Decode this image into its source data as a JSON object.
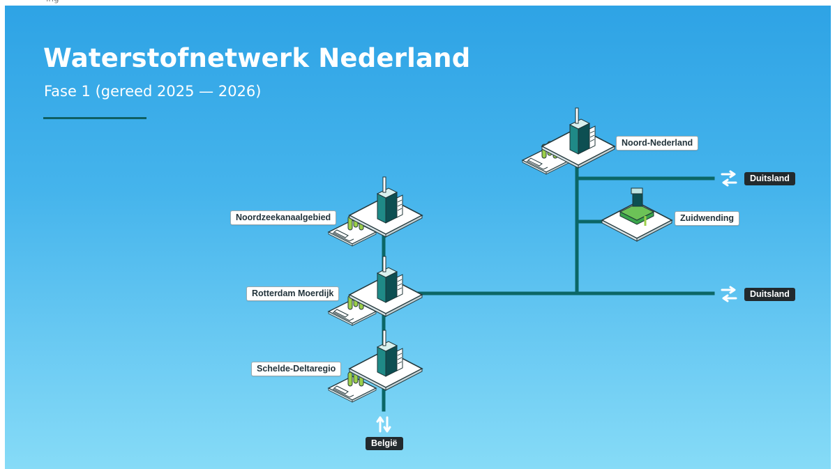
{
  "header_strip": {
    "text": "ing"
  },
  "slide": {
    "title": "Waterstofnetwerk Nederland",
    "subtitle": "Fase 1 (gereed 2025 — 2026)"
  },
  "colors": {
    "pipeline": "#0b6666",
    "background_top": "#2ea3e5",
    "background_bottom": "#86dbf7",
    "label_dark": "#222a2e"
  },
  "nodes": [
    {
      "id": "noord-nederland",
      "label": "Noord-Nederland",
      "icon": "industrial-cluster-icon"
    },
    {
      "id": "zuidwending",
      "label": "Zuidwending",
      "icon": "hydrogen-storage-icon"
    },
    {
      "id": "noordzeekanaalgebied",
      "label": "Noordzeekanaalgebied",
      "icon": "industrial-cluster-icon"
    },
    {
      "id": "rotterdam-moerdijk",
      "label": "Rotterdam Moerdijk",
      "icon": "industrial-cluster-icon"
    },
    {
      "id": "schelde-deltaregio",
      "label": "Schelde-Deltaregio",
      "icon": "industrial-cluster-icon"
    }
  ],
  "borders": [
    {
      "id": "duitsland-north",
      "label": "Duitsland",
      "icon": "exchange-arrows-icon"
    },
    {
      "id": "duitsland-south",
      "label": "Duitsland",
      "icon": "exchange-arrows-icon"
    },
    {
      "id": "belgie",
      "label": "België",
      "icon": "exchange-arrows-icon"
    }
  ]
}
